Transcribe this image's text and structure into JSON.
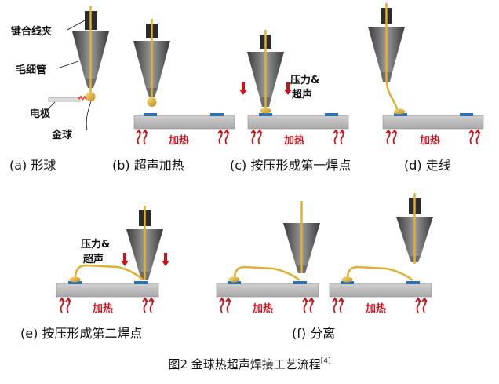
{
  "labels": {
    "clamp": "键合线夹",
    "capillary": "毛细管",
    "electrode": "电极",
    "gold_ball": "金球",
    "pressure_ultrasonic_line1": "压力&",
    "pressure_ultrasonic_line2": "超声",
    "heating": "加热"
  },
  "steps": [
    {
      "id": "a",
      "caption": "(a) 形球"
    },
    {
      "id": "b",
      "caption": "(b) 超声加热"
    },
    {
      "id": "c",
      "caption": "(c) 按压形成第一焊点"
    },
    {
      "id": "d",
      "caption": "(d) 走线"
    },
    {
      "id": "e",
      "caption": "(e) 按压形成第二焊点"
    },
    {
      "id": "f",
      "caption": "(f) 分离"
    }
  ],
  "figure": {
    "title": "图2  金球热超声焊接工艺流程",
    "ref": "[4]"
  },
  "colors": {
    "substrate": "#bcbcbc",
    "pad": "#2a6fb0",
    "wire": "#e0b030",
    "capillary": "#555555",
    "clamp": "#2b2b2b",
    "heat_arrow": "#c8141e"
  }
}
